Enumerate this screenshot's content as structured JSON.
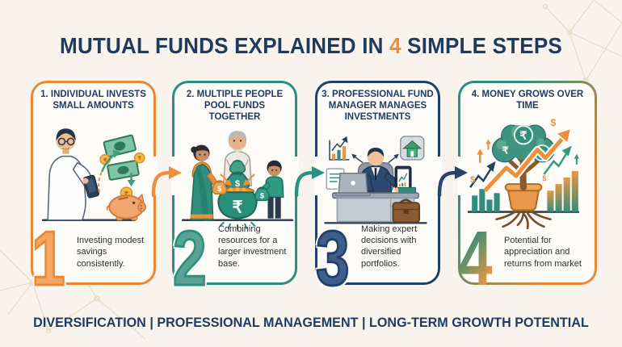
{
  "title": {
    "prefix": "MUTUAL FUNDS EXPLAINED IN ",
    "highlight": "4",
    "suffix": " SIMPLE STEPS"
  },
  "steps": [
    {
      "number": "1",
      "heading": "1. INDIVIDUAL INVESTS SMALL AMOUNTS",
      "caption": "Investing modest savings consistently.",
      "accent_color": "#ea8734",
      "illustration": "man-investing-via-phone-with-cash-coins-and-piggy-bank",
      "symbols": {
        "coin_rupee": "₹",
        "piggy_coin_rupee": "₹"
      }
    },
    {
      "number": "2",
      "heading": "2. MULTIPLE PEOPLE POOL FUNDS TOGETHER",
      "caption": "Combining resources for a larger investment base.",
      "accent_color": "#2a8f7e",
      "illustration": "family-pooling-money-bags-into-shared-pot",
      "symbols": {
        "bag_dollar": "$",
        "pot_rupee": "₹"
      }
    },
    {
      "number": "3",
      "heading": "3. PROFESSIONAL FUND MANAGER MANAGES INVESTMENTS",
      "caption": "Making expert decisions with diversified portfolios.",
      "accent_color": "#20406a",
      "illustration": "fund-manager-at-desk-with-charts-tablet-and-briefcase",
      "symbols": {}
    },
    {
      "number": "4",
      "heading": "4. MONEY GROWS OVER TIME",
      "caption": "Potential for appreciation and returns from market",
      "accent_color_start": "#2a8f7e",
      "accent_color_end": "#ea8734",
      "illustration": "money-tree-in-pot-with-rising-arrow-and-growth-charts",
      "symbols": {
        "tree_coin_rupee": "₹",
        "leaf_rupee": "₹",
        "tree_coin_dollar": "$",
        "floating_dollar_left": "$",
        "floating_dollar_top": "$",
        "floating_dollar_small": "$"
      }
    }
  ],
  "footer": {
    "text": "DIVERSIFICATION | PROFESSIONAL MANAGEMENT | LONG-TERM GROWTH POTENTIAL"
  },
  "colors": {
    "background": "#f8f4ed",
    "panel_background": "#fdfcf9",
    "navy": "#1e3a5f",
    "orange": "#ea8734",
    "teal": "#2a8f7e",
    "decoration_tan": "#dcc9a6"
  }
}
